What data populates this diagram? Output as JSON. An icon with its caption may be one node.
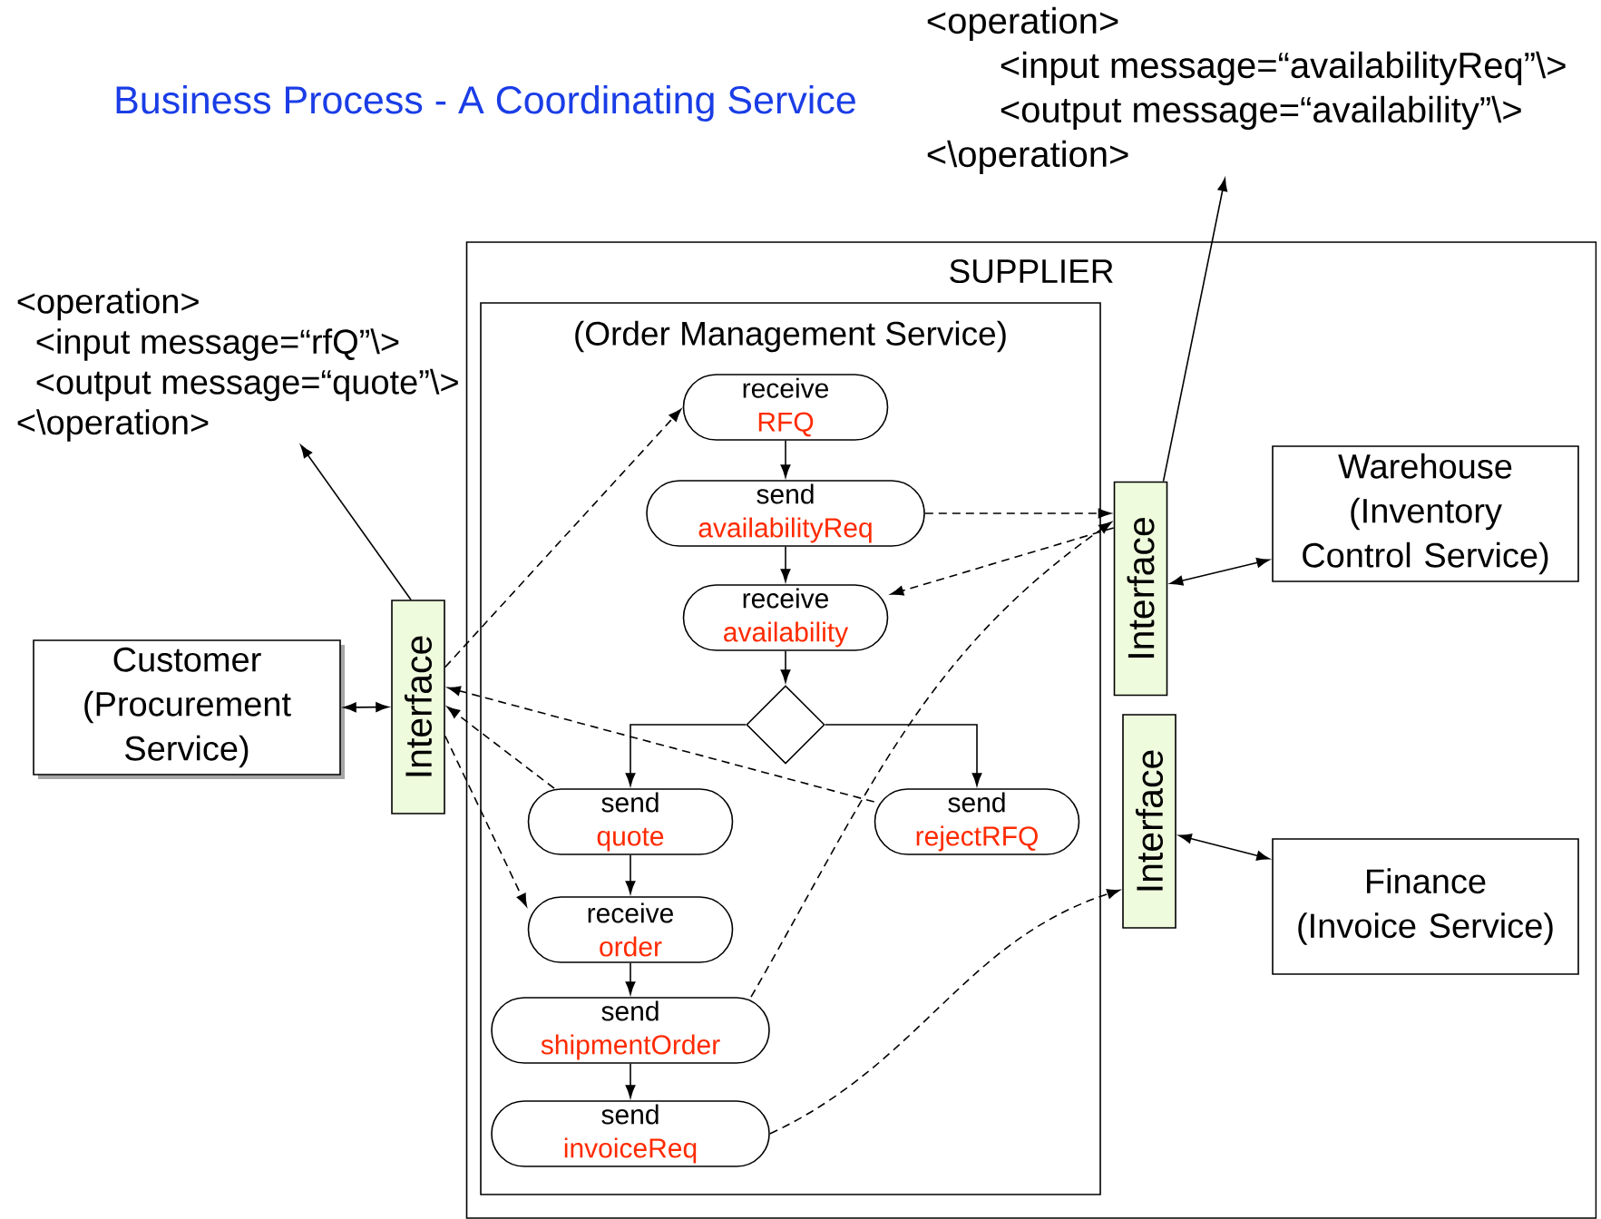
{
  "diagram": {
    "title": "Business Process - A Coordinating Service",
    "nodes": [
      {
        "text": [
          "SUPPLIER"
        ]
      },
      {
        "text": [
          "(Order Management Service)"
        ],
        "in": 0
      },
      {
        "text": [
          "receive",
          "RFQ"
        ],
        "in": 1
      },
      {
        "text": [
          "send",
          "availabilityReq"
        ],
        "in": 1
      },
      {
        "text": [
          "receive",
          "availability"
        ],
        "in": 1
      },
      {
        "text": [],
        "shape": "diamond",
        "in": 1
      },
      {
        "text": [
          "send",
          "quote"
        ],
        "in": 1
      },
      {
        "text": [
          "send",
          "rejectRFQ"
        ],
        "in": 1
      },
      {
        "text": [
          "receive",
          "order"
        ],
        "in": 1
      },
      {
        "text": [
          "send",
          "shipmentOrder"
        ],
        "in": 1
      },
      {
        "text": [
          "send",
          "invoiceReq"
        ],
        "in": 1
      },
      {
        "text": [
          "Interface"
        ]
      },
      {
        "text": [
          "Interface"
        ],
        "in": 0
      },
      {
        "text": [
          "Interface"
        ],
        "in": 0
      },
      {
        "text": [
          "Customer",
          "(Procurement Service)"
        ]
      },
      {
        "text": [
          "Warehouse",
          "(Inventory Control Service)"
        ],
        "in": 0
      },
      {
        "text": [
          "Finance",
          "(Invoice Service)"
        ],
        "in": 0
      },
      {
        "text": [
          "<operation>",
          "<input message=“rfQ”\\>",
          "<output message=“quote”\\>",
          "<\\operation>"
        ]
      },
      {
        "text": [
          "<operation>",
          "<input message=“availabilityReq”\\>",
          "<output message=“availability”\\>",
          "<\\operation>"
        ]
      }
    ],
    "edges": [
      {
        "from": 2,
        "to": 3,
        "arrow": "to"
      },
      {
        "from": 3,
        "to": 4,
        "arrow": "to"
      },
      {
        "from": 4,
        "to": 5,
        "arrow": "to"
      },
      {
        "from": 5,
        "to": 6,
        "arrow": "to"
      },
      {
        "from": 5,
        "to": 7,
        "arrow": "to"
      },
      {
        "from": 6,
        "to": 8,
        "arrow": "to"
      },
      {
        "from": 8,
        "to": 9,
        "arrow": "to"
      },
      {
        "from": 9,
        "to": 10,
        "arrow": "to"
      },
      {
        "from": 11,
        "to": 2,
        "arrow": "to",
        "style": "dashed"
      },
      {
        "from": 6,
        "to": 11,
        "arrow": "to",
        "style": "dashed"
      },
      {
        "from": 7,
        "to": 11,
        "arrow": "to",
        "style": "dashed"
      },
      {
        "from": 11,
        "to": 8,
        "arrow": "to",
        "style": "dashed"
      },
      {
        "from": 3,
        "to": 12,
        "arrow": "to",
        "style": "dashed"
      },
      {
        "from": 12,
        "to": 4,
        "arrow": "to",
        "style": "dashed"
      },
      {
        "from": 9,
        "to": 12,
        "arrow": "to",
        "style": "dashed"
      },
      {
        "from": 10,
        "to": 13,
        "arrow": "to",
        "style": "dashed"
      },
      {
        "from": 14,
        "to": 11,
        "arrow": "both"
      },
      {
        "from": 12,
        "to": 15,
        "arrow": "both"
      },
      {
        "from": 13,
        "to": 16,
        "arrow": "both"
      },
      {
        "from": 11,
        "to": 17,
        "arrow": "to"
      },
      {
        "from": 12,
        "to": 18,
        "arrow": "to"
      }
    ]
  }
}
